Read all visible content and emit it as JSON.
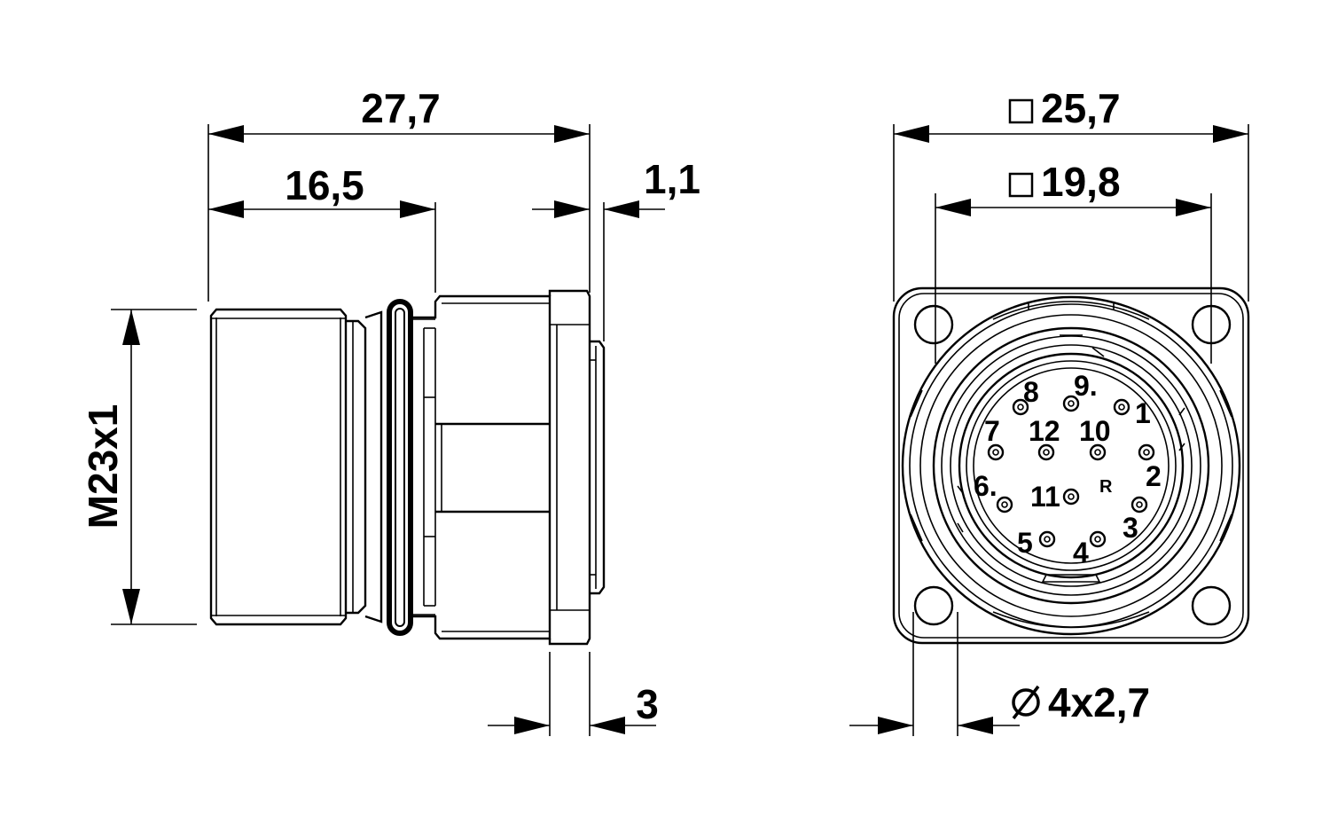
{
  "side_view": {
    "dim_overall_length": "27,7",
    "dim_thread_length": "16,5",
    "dim_flange_gap": "1,1",
    "dim_flange_thickness": "3",
    "dim_thread": "M23x1"
  },
  "front_view": {
    "dim_flange_square": "25,7",
    "dim_hole_spacing_square": "19,8",
    "dim_mounting_holes": "4x2,7",
    "coding_mark": "R"
  },
  "pins": [
    {
      "label": "1"
    },
    {
      "label": "2"
    },
    {
      "label": "3"
    },
    {
      "label": "4"
    },
    {
      "label": "5"
    },
    {
      "label": "6."
    },
    {
      "label": "7"
    },
    {
      "label": "8"
    },
    {
      "label": "9."
    },
    {
      "label": "10"
    },
    {
      "label": "11"
    },
    {
      "label": "12"
    }
  ]
}
